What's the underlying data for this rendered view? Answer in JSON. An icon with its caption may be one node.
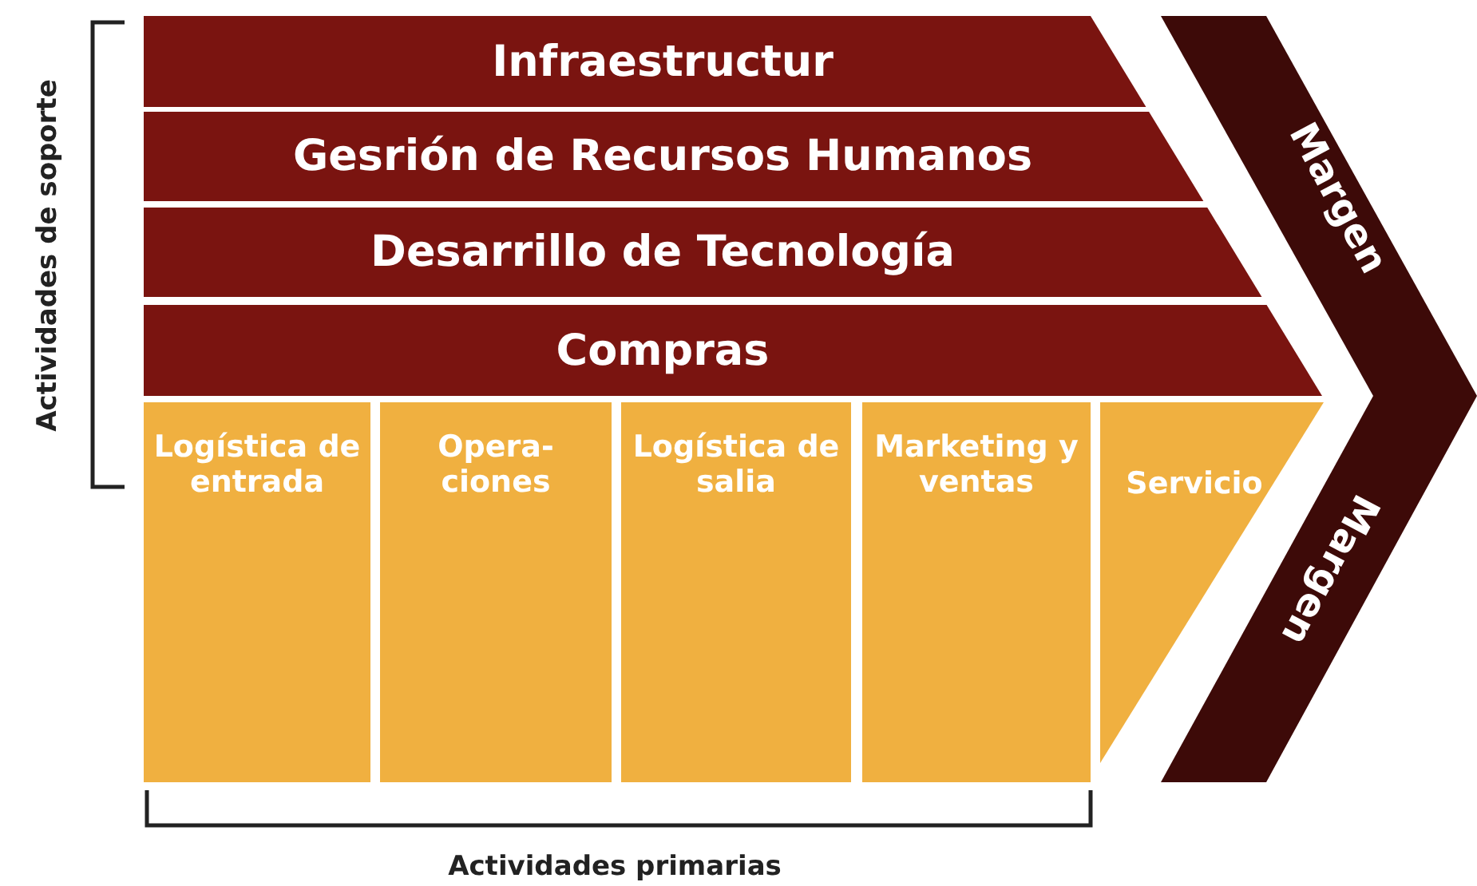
{
  "diagram": {
    "nodes": [
      {
        "text": [
          "Infraestructur"
        ]
      },
      {
        "text": [
          "Gesrión de Recursos Humanos"
        ]
      },
      {
        "text": [
          "Desarrillo de Tecnología"
        ]
      },
      {
        "text": [
          "Compras"
        ]
      },
      {
        "text": [
          "Logística de entrada"
        ]
      },
      {
        "text": [
          "Opera- ciones"
        ]
      },
      {
        "text": [
          "Logística de salia"
        ]
      },
      {
        "text": [
          "Marketing y ventas"
        ]
      },
      {
        "text": [
          "Servicio"
        ]
      },
      {
        "text": [
          "Margen"
        ]
      },
      {
        "text": [
          "Margen"
        ]
      }
    ],
    "edges": [],
    "labels": [
      "Actividades de soporte",
      "Actividades primarias"
    ]
  }
}
